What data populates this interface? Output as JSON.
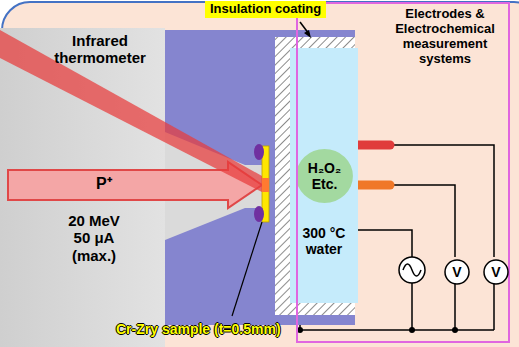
{
  "diagram": {
    "nodes": [
      {
        "text": [
          "Insulation coating"
        ]
      },
      {
        "text": [
          "300 °C water"
        ]
      },
      {
        "text": [
          "H₂O₂ Etc."
        ],
        "in": 1
      },
      {
        "text": [
          "Electrodes & Electrochemical measurement systems"
        ]
      },
      {
        "text": [
          "V"
        ],
        "in": 3
      },
      {
        "text": [
          "V"
        ],
        "in": 3
      }
    ],
    "labels": [
      "Infrared thermometer",
      "P⁺",
      "20 MeV 50 μA (max.)",
      "Cr-Zry sample (t=0.5mm)"
    ]
  }
}
